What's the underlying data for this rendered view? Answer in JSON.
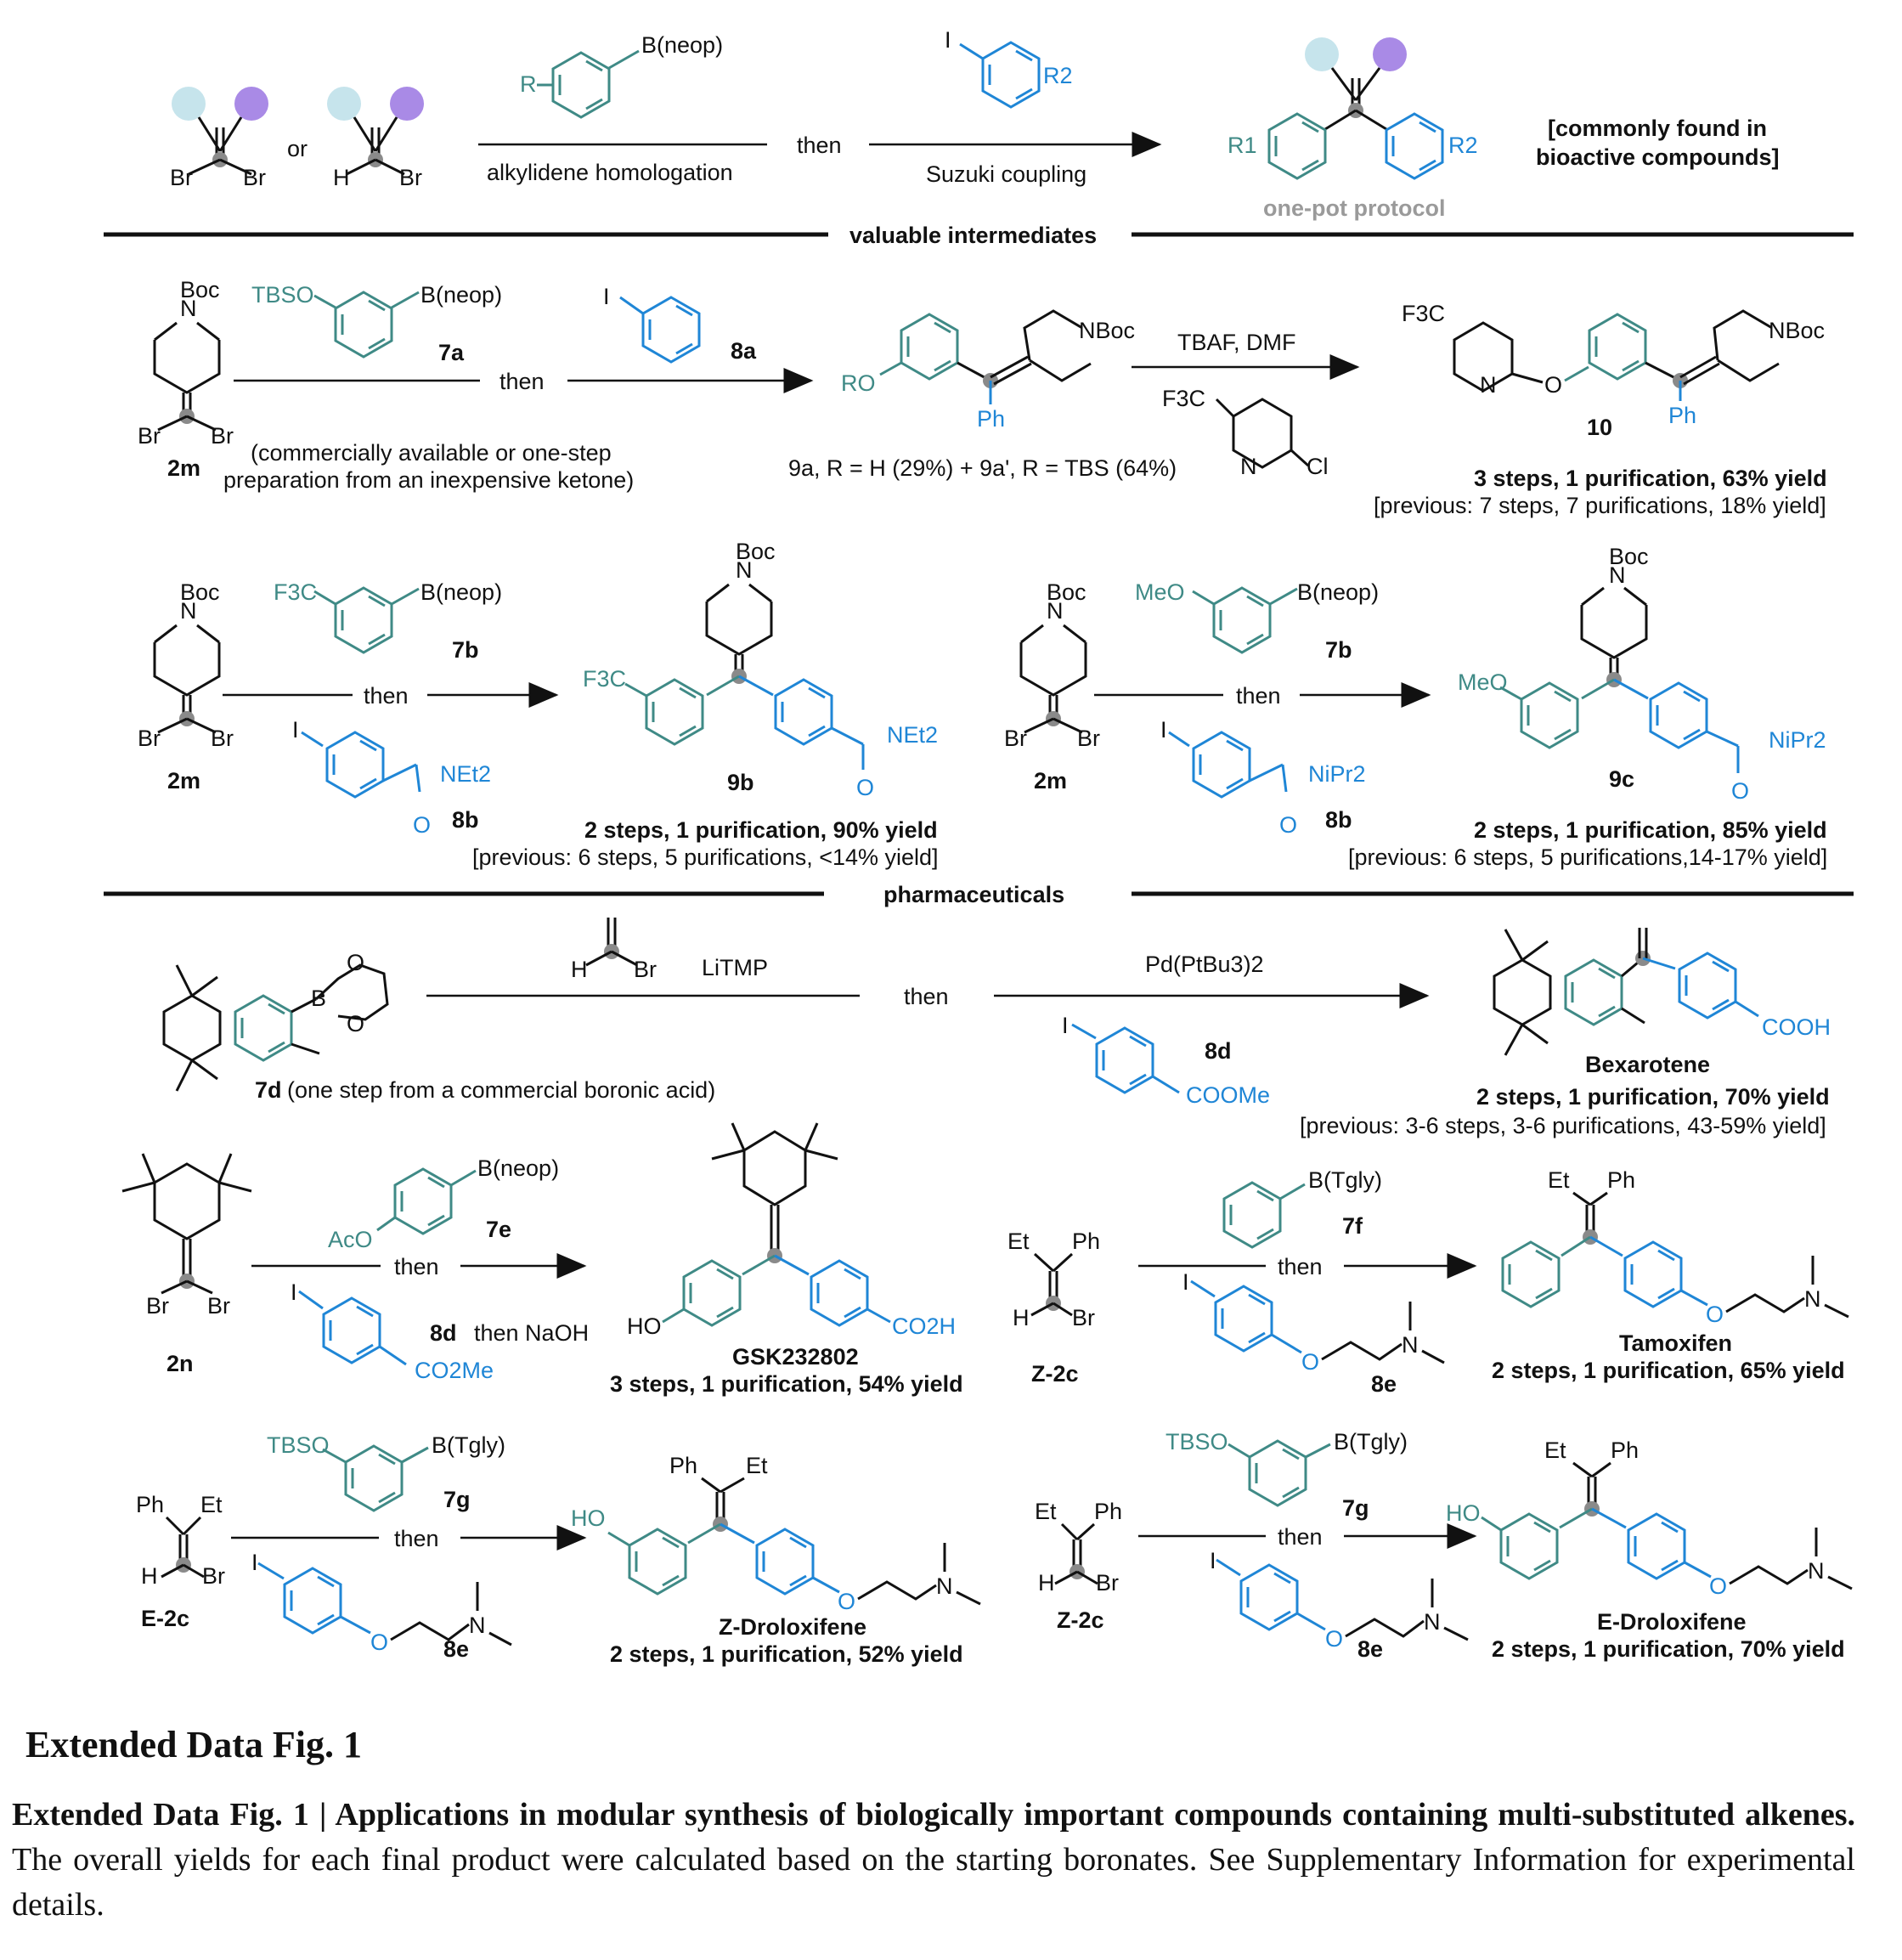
{
  "header": {
    "or": "or",
    "br": "Br",
    "h": "H",
    "r": "R",
    "r1": "R1",
    "r2": "R2",
    "i": "I",
    "b_neop": "B(neop)",
    "step1": "alkylidene homologation",
    "then": "then",
    "step2": "Suzuki coupling",
    "one_pot": "one-pot protocol",
    "note": [
      "[commonly found in",
      "bioactive compounds]"
    ]
  },
  "sections": {
    "intermediates": "valuable intermediates",
    "pharmaceuticals": "pharmaceuticals"
  },
  "row1": {
    "start_label": "2m",
    "start_note": [
      "(commercially available or one-step",
      "preparation from an inexpensive ketone)"
    ],
    "reagent1_label": "7a",
    "reagent1_group": "TBSO",
    "reagent2_label": "8a",
    "then": "then",
    "intermediate_caption": "9a, R = H (29%) + 9a', R = TBS (64%)",
    "intermediate_ro": "RO",
    "ph": "Ph",
    "nboc": "NBoc",
    "boc": "Boc",
    "n": "N",
    "conditions": "TBAF, DMF",
    "f3c": "F3C",
    "cl": "Cl",
    "o": "O",
    "product_label": "10",
    "product_yield": "3 steps, 1 purification, 63% yield",
    "product_prev": "[previous: 7 steps, 7 purifications, 18% yield]"
  },
  "row2": {
    "left": {
      "start_label": "2m",
      "reagent1_label": "7b",
      "reagent1_group": "F3C",
      "reagent2_label": "8b",
      "reagent2_group": "NEt2",
      "then": "then",
      "product_label": "9b",
      "product_group": "NEt2",
      "product_yield": "2 steps, 1 purification, 90% yield",
      "product_prev": "[previous: 6 steps, 5 purifications, <14% yield]"
    },
    "right": {
      "start_label": "2m",
      "reagent1_label": "7b",
      "reagent1_group": "MeO",
      "reagent2_label": "8b",
      "reagent2_group": "NiPr2",
      "then": "then",
      "product_label": "9c",
      "product_group": "NiPr2",
      "product_yield": "2 steps, 1 purification, 85% yield",
      "product_prev": "[previous: 6 steps, 5 purifications,14-17% yield]"
    }
  },
  "row3": {
    "reagent_label": "7d",
    "reagent_note": "(one step from a commercial boronic acid)",
    "conditions1": "LiTMP",
    "then": "then",
    "conditions2": "Pd(PtBu3)2",
    "reagent2_label": "8d",
    "reagent2_group": "COOMe",
    "product_group": "COOH",
    "product_name": "Bexarotene",
    "product_yield": "2 steps, 1 purification, 70% yield",
    "product_prev": "[previous: 3-6 steps, 3-6 purifications, 43-59% yield]"
  },
  "row4": {
    "left": {
      "start_label": "2n",
      "reagent1_label": "7e",
      "reagent1_group": "AcO",
      "reagent2_label": "8d",
      "reagent2_group": "CO2Me",
      "then": "then",
      "then_naoh": "then NaOH",
      "product_ho": "HO",
      "product_group": "CO2H",
      "product_name": "GSK232802",
      "product_yield": "3 steps, 1 purification, 54% yield"
    },
    "right": {
      "start_label": "Z-2c",
      "et": "Et",
      "ph": "Ph",
      "b_tgly": "B(Tgly)",
      "reagent1_label": "7f",
      "reagent2_label": "8e",
      "then": "then",
      "product_name": "Tamoxifen",
      "product_yield": "2 steps, 1 purification, 65% yield"
    }
  },
  "row5": {
    "left": {
      "start_label": "E-2c",
      "reagent1_label": "7g",
      "reagent1_group": "TBSO",
      "reagent2_label": "8e",
      "then": "then",
      "product_ho": "HO",
      "product_name": "Z-Droloxifene",
      "product_yield": "2 steps, 1 purification, 52% yield"
    },
    "right": {
      "start_label": "Z-2c",
      "reagent1_label": "7g",
      "reagent1_group": "TBSO",
      "reagent2_label": "8e",
      "then": "then",
      "product_ho": "HO",
      "product_name": "E-Droloxifene",
      "product_yield": "2 steps, 1 purification, 70% yield"
    }
  },
  "caption": {
    "title": "Extended Data Fig. 1",
    "lead": "Extended Data Fig. 1 | Applications in modular synthesis of biologically important compounds containing multi-substituted alkenes.",
    "body": " The overall yields for each final product were calculated based on the starting boronates. See Supplementary Information for experimental details."
  },
  "colors": {
    "teal": "#3f8a86",
    "blue": "#1f86d6",
    "light_blue_ball": "#c6e4ec",
    "purple_ball": "#a98ae6",
    "node_gray": "#8a8a8a"
  }
}
